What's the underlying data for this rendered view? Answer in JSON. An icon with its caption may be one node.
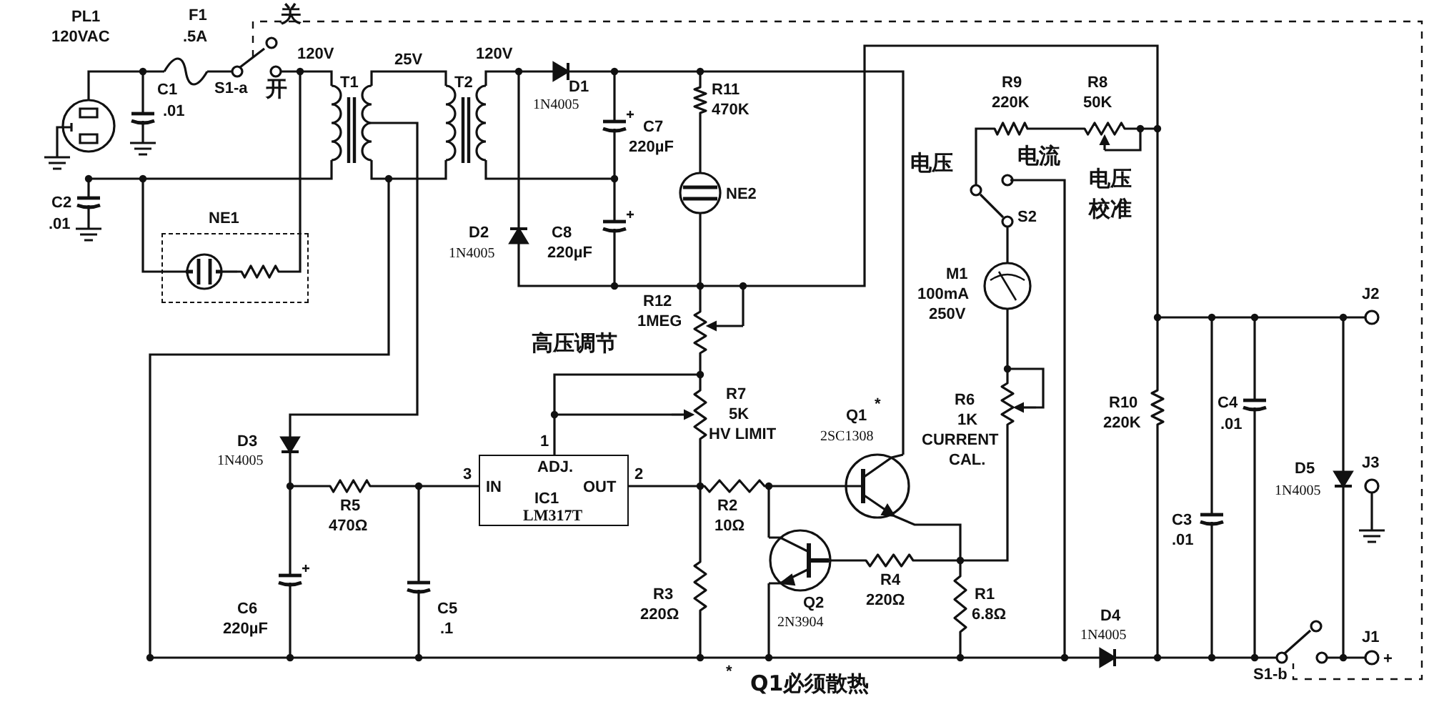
{
  "diagram": {
    "nodes": [
      {
        "text": [
          "NE1"
        ]
      },
      {
        "text": [
          "ADJ.",
          "IN",
          "OUT",
          "IC1",
          "LM317T"
        ],
        "beside": [
          "1",
          "3",
          "2"
        ]
      }
    ],
    "labels": [
      "PL1",
      "120VAC",
      "F1",
      ".5A",
      "关",
      "S1-a",
      "开",
      "120V",
      "C1",
      ".01",
      "T1",
      "25V",
      "T2",
      "120V",
      "D1",
      "1N4005",
      "C7",
      "220µF",
      "R11",
      "470K",
      "NE2",
      "C2",
      ".01",
      "D2",
      "1N4005",
      "C8",
      "220µF",
      "R9",
      "220K",
      "R8",
      "50K",
      "电压",
      "电流",
      "电压",
      "校准",
      "S2",
      "M1",
      "100mA",
      "250V",
      "R12",
      "1MEG",
      "高压调节",
      "R7",
      "5K",
      "HV LIMIT",
      "Q1",
      "*",
      "2SC1308",
      "R6",
      "1K",
      "CURRENT",
      "CAL.",
      "R10",
      "220K",
      "C4",
      ".01",
      "D5",
      "1N4005",
      "J2",
      "J3",
      "D3",
      "1N4005",
      "R5",
      "470Ω",
      "R2",
      "10Ω",
      "C3",
      ".01",
      "C6",
      "220µF",
      "C5",
      ".1",
      "R3",
      "220Ω",
      "Q2",
      "2N3904",
      "R4",
      "220Ω",
      "R1",
      "6.8Ω",
      "D4",
      "1N4005",
      "J1",
      "+",
      "S1-b",
      "*",
      "Q1必须散热"
    ]
  }
}
